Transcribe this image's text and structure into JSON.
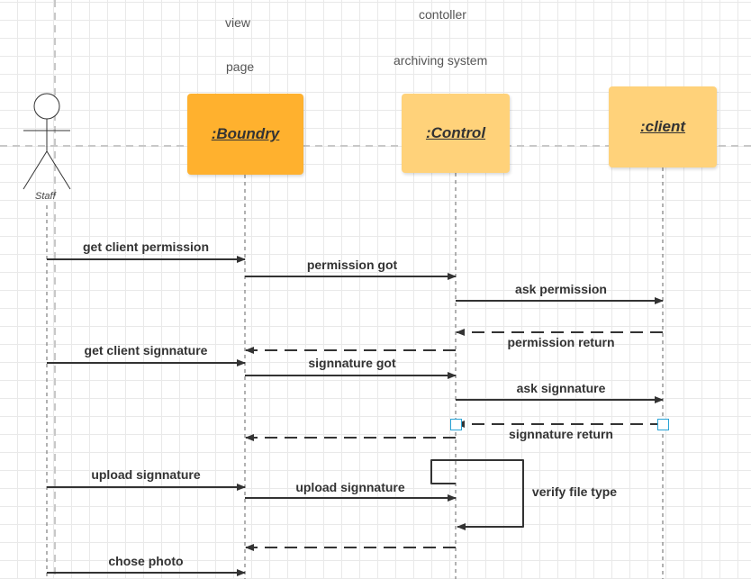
{
  "header_labels": {
    "view": "view",
    "page": "page",
    "controller": "contoller",
    "archiving": "archiving system"
  },
  "actor": {
    "name": "Staff"
  },
  "lifelines": {
    "boundary": ":Boundry",
    "control": ":Control",
    "client": ":client"
  },
  "messages": [
    {
      "label": "get client permission",
      "from": "staff",
      "to": "boundary",
      "style": "solid"
    },
    {
      "label": "permission got",
      "from": "boundary",
      "to": "control",
      "style": "solid"
    },
    {
      "label": "ask permission",
      "from": "control",
      "to": "client",
      "style": "solid"
    },
    {
      "label": "permission return",
      "from": "client",
      "to": "control",
      "style": "dashed"
    },
    {
      "label": "",
      "from": "control",
      "to": "boundary",
      "style": "dashed"
    },
    {
      "label": "get client signnature",
      "from": "staff",
      "to": "boundary",
      "style": "solid"
    },
    {
      "label": "signnature got",
      "from": "boundary",
      "to": "control",
      "style": "solid"
    },
    {
      "label": "ask signnature",
      "from": "control",
      "to": "client",
      "style": "solid"
    },
    {
      "label": "signnature return",
      "from": "client",
      "to": "control",
      "style": "dashed"
    },
    {
      "label": "",
      "from": "control",
      "to": "boundary",
      "style": "dashed"
    },
    {
      "label": "upload signnature",
      "from": "staff",
      "to": "boundary",
      "style": "solid"
    },
    {
      "label": "upload signnature",
      "from": "boundary",
      "to": "control",
      "style": "solid"
    },
    {
      "label": "verify file type",
      "from": "control",
      "to": "control",
      "style": "self"
    },
    {
      "label": "",
      "from": "control",
      "to": "boundary",
      "style": "dashed"
    },
    {
      "label": "chose photo",
      "from": "staff",
      "to": "boundary",
      "style": "solid"
    }
  ],
  "colors": {
    "boundary_fill": "#ffb12e",
    "control_fill": "#ffd27a",
    "client_fill": "#ffd27a",
    "line": "#333333",
    "selection_handle": "#29a3d6"
  }
}
